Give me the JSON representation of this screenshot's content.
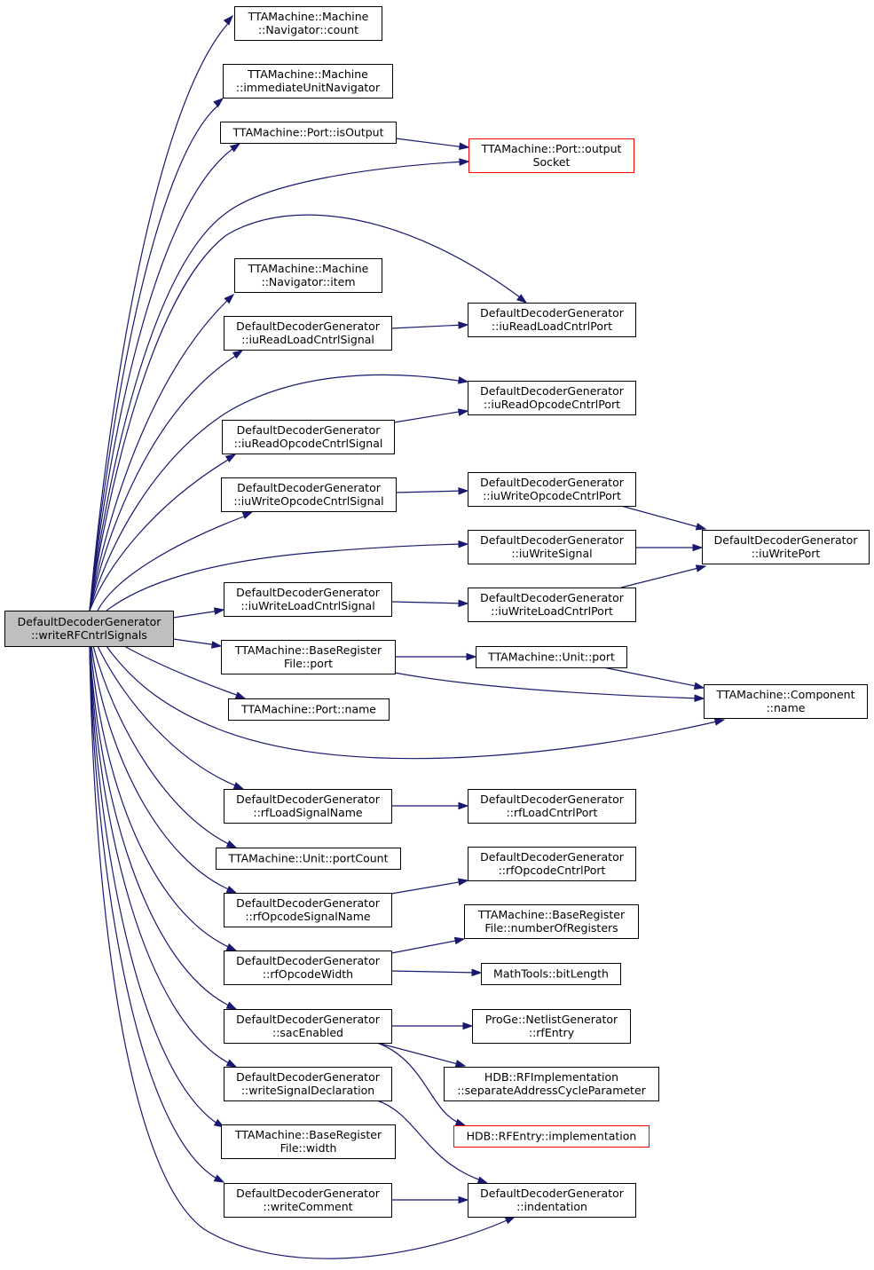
{
  "nodes": [
    {
      "id": "root",
      "lines": [
        "DefaultDecoderGenerator",
        "::writeRFCntrlSignals"
      ],
      "kind": "root"
    },
    {
      "id": "nav_count",
      "lines": [
        "TTAMachine::Machine",
        "::Navigator::count"
      ]
    },
    {
      "id": "imm_nav",
      "lines": [
        "TTAMachine::Machine",
        "::immediateUnitNavigator"
      ]
    },
    {
      "id": "is_output",
      "lines": [
        "TTAMachine::Port::isOutput"
      ]
    },
    {
      "id": "output_socket",
      "lines": [
        "TTAMachine::Port::output",
        "Socket"
      ],
      "kind": "red"
    },
    {
      "id": "nav_item",
      "lines": [
        "TTAMachine::Machine",
        "::Navigator::item"
      ]
    },
    {
      "id": "iu_rl_sig",
      "lines": [
        "DefaultDecoderGenerator",
        "::iuReadLoadCntrlSignal"
      ]
    },
    {
      "id": "iu_rl_port",
      "lines": [
        "DefaultDecoderGenerator",
        "::iuReadLoadCntrlPort"
      ]
    },
    {
      "id": "iu_ro_port",
      "lines": [
        "DefaultDecoderGenerator",
        "::iuReadOpcodeCntrlPort"
      ]
    },
    {
      "id": "iu_ro_sig",
      "lines": [
        "DefaultDecoderGenerator",
        "::iuReadOpcodeCntrlSignal"
      ]
    },
    {
      "id": "iu_wo_sig",
      "lines": [
        "DefaultDecoderGenerator",
        "::iuWriteOpcodeCntrlSignal"
      ]
    },
    {
      "id": "iu_wo_port",
      "lines": [
        "DefaultDecoderGenerator",
        "::iuWriteOpcodeCntrlPort"
      ]
    },
    {
      "id": "iu_w_sig",
      "lines": [
        "DefaultDecoderGenerator",
        "::iuWriteSignal"
      ]
    },
    {
      "id": "iu_w_port",
      "lines": [
        "DefaultDecoderGenerator",
        "::iuWritePort"
      ]
    },
    {
      "id": "iu_wl_sig",
      "lines": [
        "DefaultDecoderGenerator",
        "::iuWriteLoadCntrlSignal"
      ]
    },
    {
      "id": "iu_wl_port",
      "lines": [
        "DefaultDecoderGenerator",
        "::iuWriteLoadCntrlPort"
      ]
    },
    {
      "id": "brf_port",
      "lines": [
        "TTAMachine::BaseRegister",
        "File::port"
      ]
    },
    {
      "id": "unit_port",
      "lines": [
        "TTAMachine::Unit::port"
      ]
    },
    {
      "id": "comp_name",
      "lines": [
        "TTAMachine::Component",
        "::name"
      ]
    },
    {
      "id": "port_name",
      "lines": [
        "TTAMachine::Port::name"
      ]
    },
    {
      "id": "rf_ls_name",
      "lines": [
        "DefaultDecoderGenerator",
        "::rfLoadSignalName"
      ]
    },
    {
      "id": "rf_lc_port",
      "lines": [
        "DefaultDecoderGenerator",
        "::rfLoadCntrlPort"
      ]
    },
    {
      "id": "unit_port_count",
      "lines": [
        "TTAMachine::Unit::portCount"
      ]
    },
    {
      "id": "rf_oc_port",
      "lines": [
        "DefaultDecoderGenerator",
        "::rfOpcodeCntrlPort"
      ]
    },
    {
      "id": "rf_os_name",
      "lines": [
        "DefaultDecoderGenerator",
        "::rfOpcodeSignalName"
      ]
    },
    {
      "id": "brf_nregs",
      "lines": [
        "TTAMachine::BaseRegister",
        "File::numberOfRegisters"
      ]
    },
    {
      "id": "rf_op_width",
      "lines": [
        "DefaultDecoderGenerator",
        "::rfOpcodeWidth"
      ]
    },
    {
      "id": "bitlength",
      "lines": [
        "MathTools::bitLength"
      ]
    },
    {
      "id": "sac_enabled",
      "lines": [
        "DefaultDecoderGenerator",
        "::sacEnabled"
      ]
    },
    {
      "id": "rf_entry",
      "lines": [
        "ProGe::NetlistGenerator",
        "::rfEntry"
      ]
    },
    {
      "id": "sep_addr",
      "lines": [
        "HDB::RFImplementation",
        "::separateAddressCycleParameter"
      ]
    },
    {
      "id": "write_sig_decl",
      "lines": [
        "DefaultDecoderGenerator",
        "::writeSignalDeclaration"
      ]
    },
    {
      "id": "rfentry_impl",
      "lines": [
        "HDB::RFEntry::implementation"
      ],
      "kind": "red"
    },
    {
      "id": "brf_width",
      "lines": [
        "TTAMachine::BaseRegister",
        "File::width"
      ]
    },
    {
      "id": "write_comment",
      "lines": [
        "DefaultDecoderGenerator",
        "::writeComment"
      ]
    },
    {
      "id": "indentation",
      "lines": [
        "DefaultDecoderGenerator",
        "::indentation"
      ]
    }
  ]
}
